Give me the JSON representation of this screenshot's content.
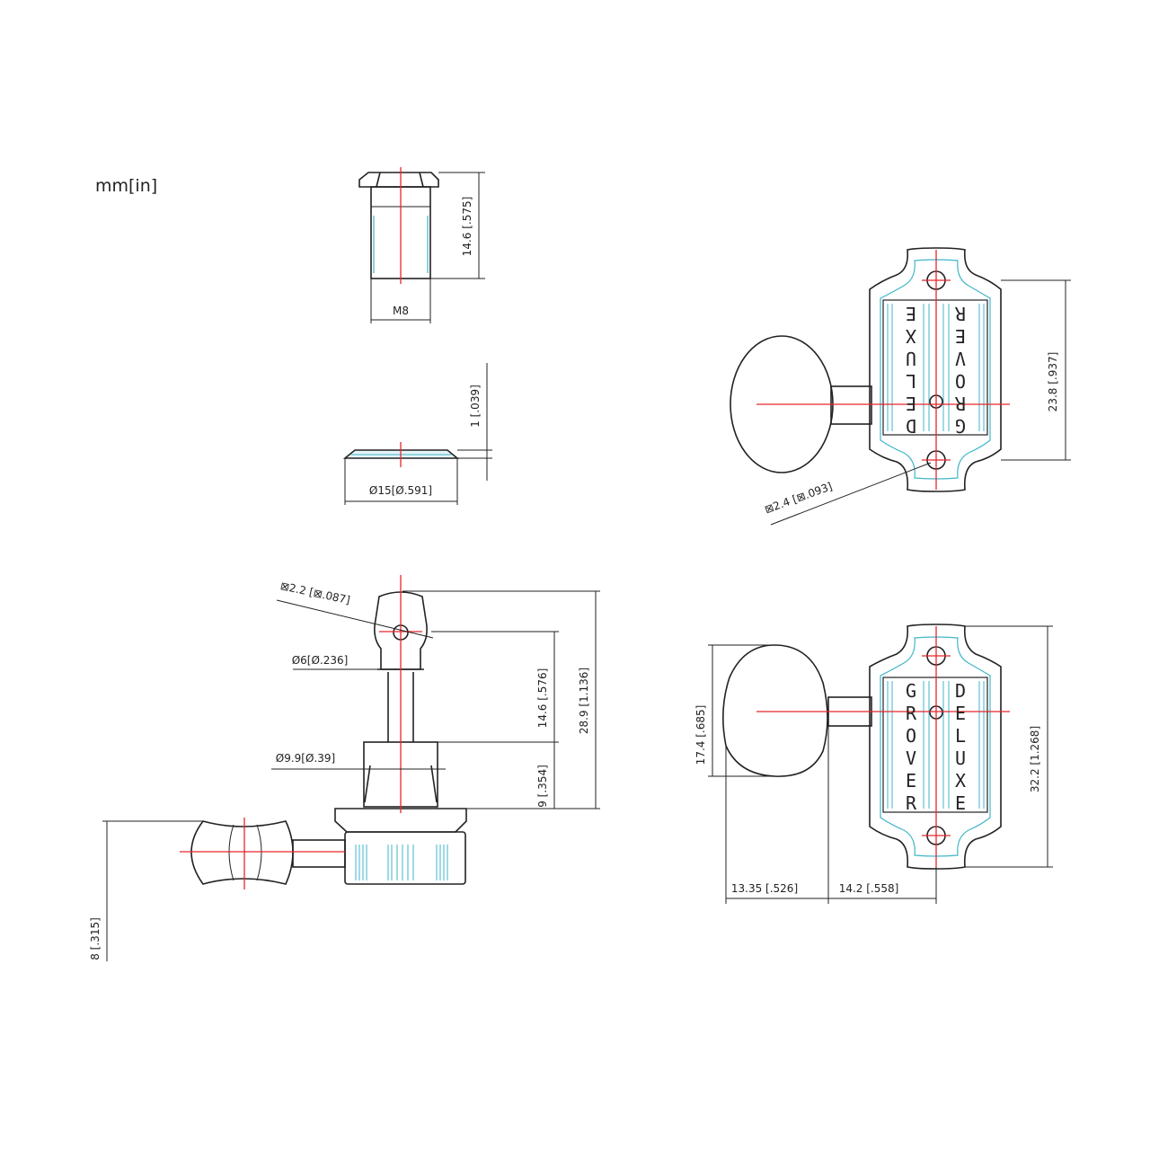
{
  "units": "mm[in]",
  "colors": {
    "line": "#222222",
    "center": "#e8262b",
    "accent": "#3fb6c9"
  },
  "labels": {
    "nut_height": "14.6 [.575]",
    "nut_thread": "M8",
    "washer_thickness": "1 [.039]",
    "washer_dia": "Ø15[Ø.591]",
    "plate_height": "23.8 [.937]",
    "screw_hole": "⊠2.4 [⊠.093]",
    "post_hole": "⊠2.2 [⊠.087]",
    "post_dia": "Ø6[Ø.236]",
    "post_len": "14.6 [.576]",
    "total_height": "28.9 [1.136]",
    "bushing_dia": "Ø9.9[Ø.39]",
    "bushing_h": "9 [.354]",
    "button_offset": "8 [.315]",
    "button_h": "17.4 [.685]",
    "plate_total": "32.2 [1.268]",
    "button_w": "13.35 [.526]",
    "plate_w": "14.2 [.558]"
  },
  "brand_top": {
    "left": [
      "E",
      "X",
      "U",
      "L",
      "E",
      "D"
    ],
    "right": [
      "R",
      "E",
      "V",
      "O",
      "R",
      "G"
    ]
  },
  "brand_bottom": {
    "left": [
      "G",
      "R",
      "O",
      "V",
      "E",
      "R"
    ],
    "right": [
      "D",
      "E",
      "L",
      "U",
      "X",
      "E"
    ]
  }
}
